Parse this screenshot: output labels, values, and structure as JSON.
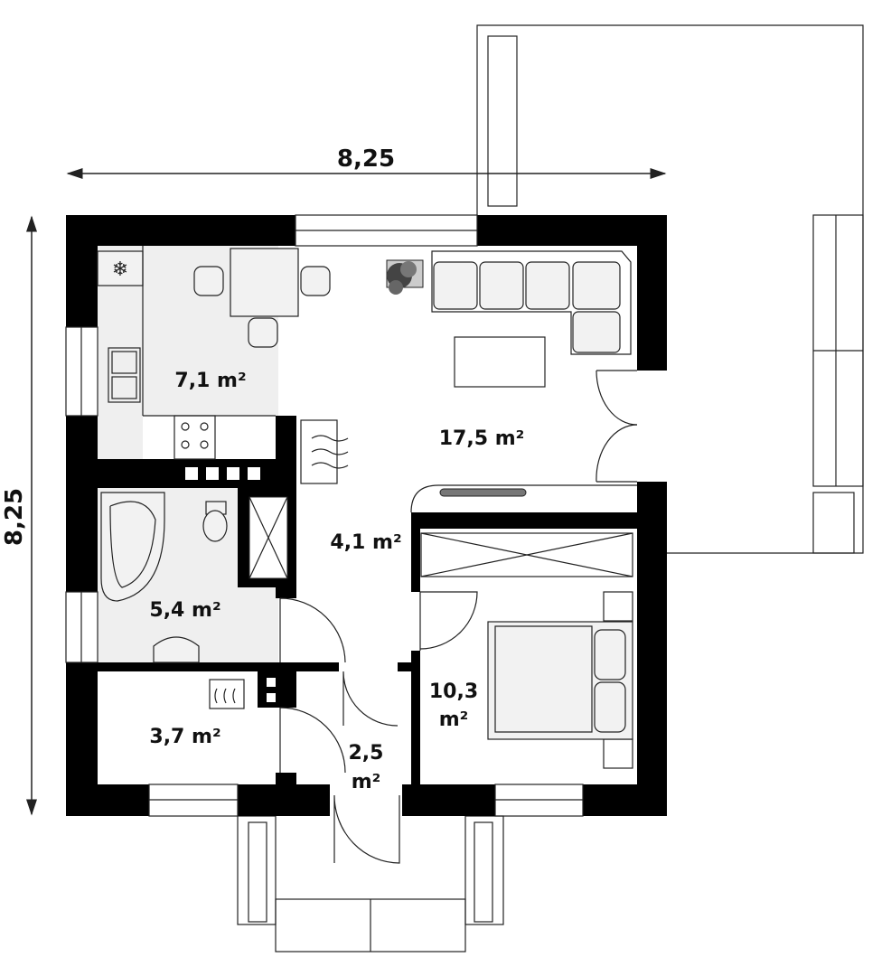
{
  "dimensions": {
    "width": "8,25",
    "height": "8,25"
  },
  "rooms": [
    {
      "id": "kitchen",
      "area": "7,1 m²"
    },
    {
      "id": "living",
      "area": "17,5 m²"
    },
    {
      "id": "hall",
      "area": "4,1 m²"
    },
    {
      "id": "bathroom",
      "area": "5,4 m²"
    },
    {
      "id": "bedroom",
      "area_line1": "10,3",
      "area_line2": "m²"
    },
    {
      "id": "utility",
      "area": "3,7 m²"
    },
    {
      "id": "entry",
      "area_line1": "2,5",
      "area_line2": "m²"
    }
  ]
}
